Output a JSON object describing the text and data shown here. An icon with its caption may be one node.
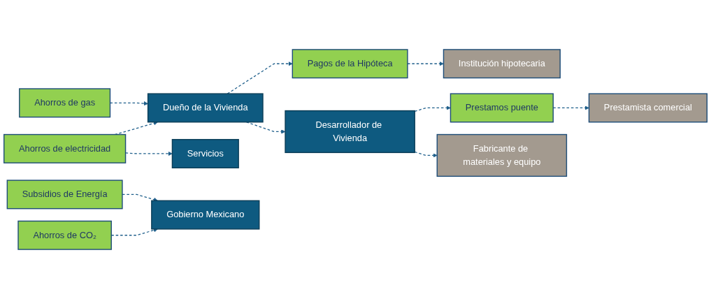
{
  "diagram": {
    "nodes": [
      {
        "text": [
          "Ahorros de gas"
        ]
      },
      {
        "text": [
          "Ahorros de electricidad"
        ]
      },
      {
        "text": [
          "Subsidios de Energía"
        ]
      },
      {
        "text": [
          "Ahorros de CO₂"
        ]
      },
      {
        "text": [
          "Dueño de la Vivienda"
        ]
      },
      {
        "text": [
          "Servicios"
        ]
      },
      {
        "text": [
          "Gobierno Mexicano"
        ]
      },
      {
        "text": [
          "Pagos de la Hipóteca"
        ]
      },
      {
        "text": [
          "Institución hipotecaria"
        ]
      },
      {
        "text": [
          "Desarrollador de Vivienda"
        ]
      },
      {
        "text": [
          "Prestamos puente"
        ]
      },
      {
        "text": [
          "Fabricante de materiales y equipo"
        ]
      },
      {
        "text": [
          "Prestamista comercial"
        ]
      }
    ],
    "edges": [
      {
        "from": 0,
        "to": 4,
        "arrow": "to",
        "style": "dashed"
      },
      {
        "from": 1,
        "to": 4,
        "arrow": "to",
        "style": "dashed"
      },
      {
        "from": 1,
        "to": 5,
        "arrow": "to",
        "style": "dashed"
      },
      {
        "from": 2,
        "to": 6,
        "arrow": "to",
        "style": "dashed"
      },
      {
        "from": 3,
        "to": 6,
        "arrow": "to",
        "style": "dashed"
      },
      {
        "from": 4,
        "to": 7,
        "arrow": "to",
        "style": "dashed"
      },
      {
        "from": 7,
        "to": 8,
        "arrow": "to",
        "style": "dashed"
      },
      {
        "from": 4,
        "to": 9,
        "arrow": "to",
        "style": "dashed"
      },
      {
        "from": 9,
        "to": 10,
        "arrow": "to",
        "style": "dashed"
      },
      {
        "from": 9,
        "to": 11,
        "arrow": "to",
        "style": "dashed"
      },
      {
        "from": 10,
        "to": 12,
        "arrow": "to",
        "style": "dashed"
      }
    ]
  }
}
